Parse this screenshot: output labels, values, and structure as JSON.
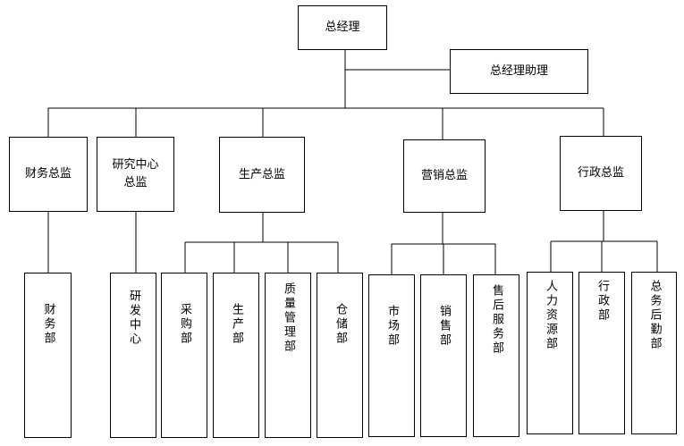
{
  "top": {
    "gm": "总经理",
    "assistant": "总经理助理"
  },
  "directors": {
    "finance": "财务总监",
    "rnd_line1": "研究中心",
    "rnd_line2": "总监",
    "production": "生产总监",
    "marketing": "营销总监",
    "admin": "行政总监"
  },
  "departments": {
    "finance_dept": "财务部",
    "rnd_center": "研发中心",
    "purchasing": "采购部",
    "production_dept": "生产部",
    "quality": "质量管理部",
    "warehouse": "仓储部",
    "market": "市场部",
    "sales": "销售部",
    "after_sales": "售后服务部",
    "hr": "人力资源部",
    "admin_dept": "行政部",
    "general_affairs": "总务后勤部"
  }
}
